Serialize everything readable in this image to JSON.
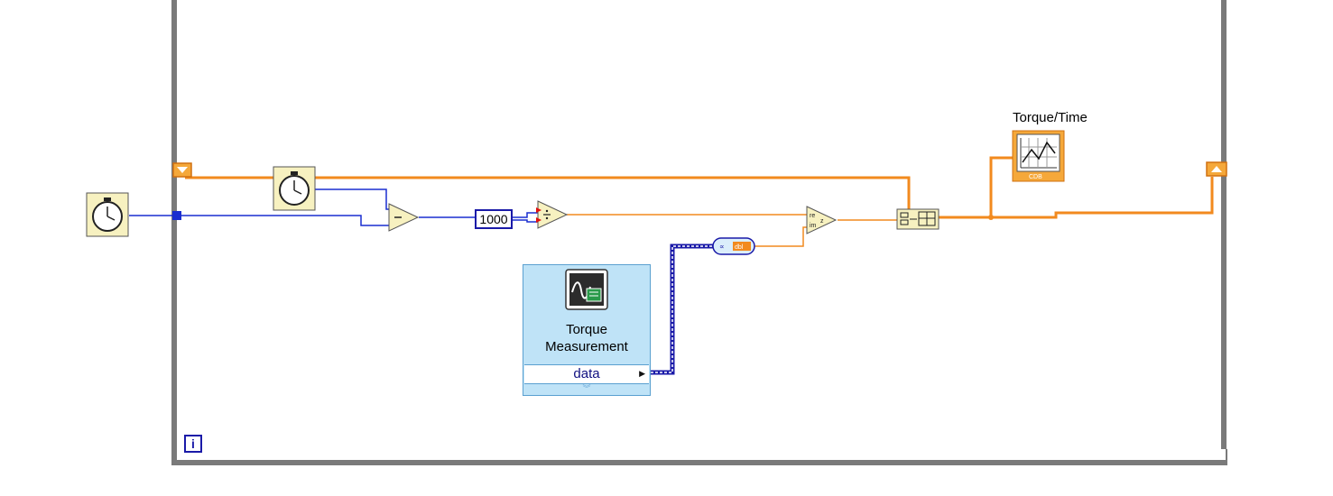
{
  "loop": {
    "iteration_terminal": "i"
  },
  "constant": {
    "value": "1000"
  },
  "express_vi": {
    "title_line1": "Torque",
    "title_line2": "Measurement",
    "output_terminal": "data"
  },
  "indicator": {
    "label": "Torque/Time"
  },
  "colors": {
    "loop_border": "#7a7a7a",
    "dbl_wire": "#f28a1e",
    "int_wire": "#1a2ed0",
    "dynamic_wire": "#1a1aa8",
    "node_fill": "#f7f1c0",
    "express_fill": "#bfe3f7"
  }
}
